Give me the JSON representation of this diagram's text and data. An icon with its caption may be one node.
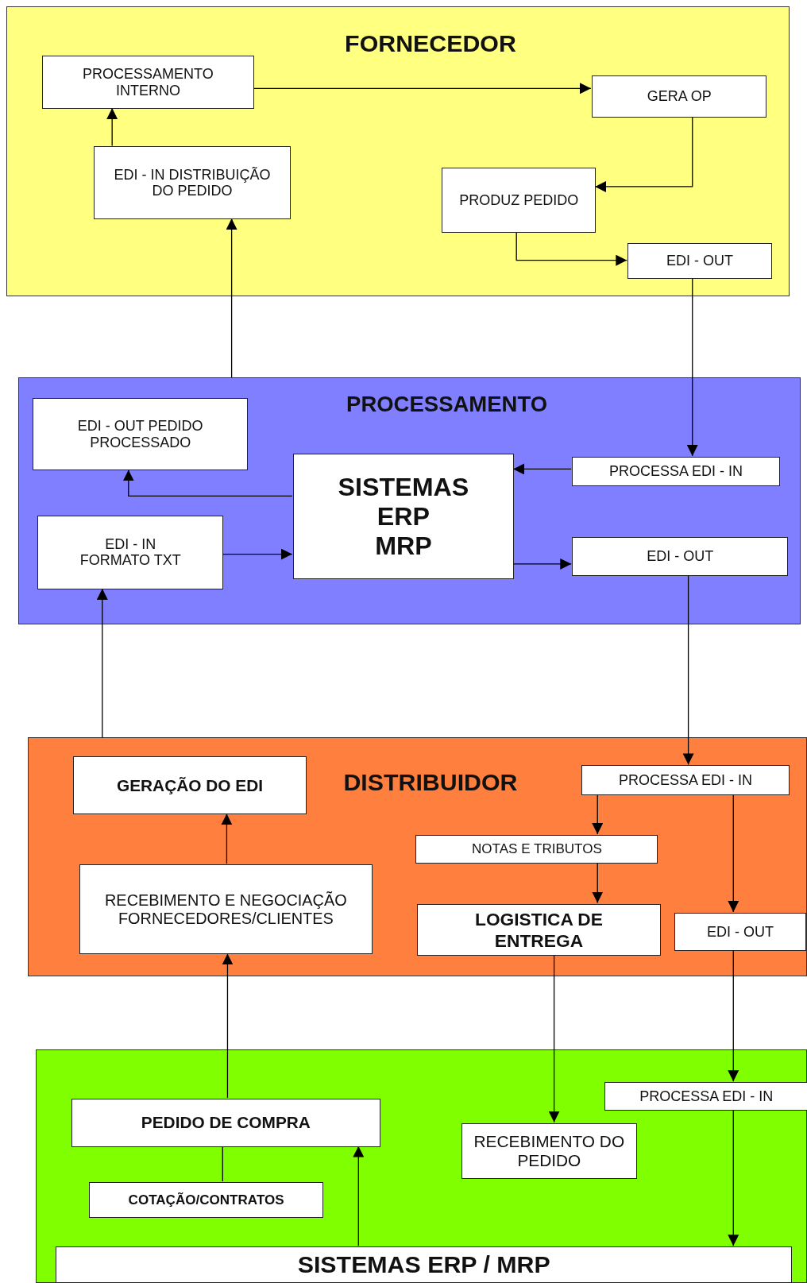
{
  "diagram": {
    "nodes": [
      {
        "text": [
          "FORNECEDOR"
        ]
      },
      {
        "text": [
          "PROCESSAMENTO INTERNO"
        ],
        "in": 0
      },
      {
        "text": [
          "GERA OP"
        ],
        "in": 0
      },
      {
        "text": [
          "EDI - IN DISTRIBUIÇÃO DO PEDIDO"
        ],
        "in": 0
      },
      {
        "text": [
          "PRODUZ PEDIDO"
        ],
        "in": 0
      },
      {
        "text": [
          "EDI - OUT"
        ],
        "in": 0
      },
      {
        "text": [
          "PROCESSAMENTO"
        ]
      },
      {
        "text": [
          "EDI - OUT PEDIDO PROCESSADO"
        ],
        "in": 6
      },
      {
        "text": [
          "SISTEMAS ERP MRP"
        ],
        "in": 6
      },
      {
        "text": [
          "PROCESSA EDI - IN"
        ],
        "in": 6
      },
      {
        "text": [
          "EDI - IN FORMATO TXT"
        ],
        "in": 6
      },
      {
        "text": [
          "EDI - OUT"
        ],
        "in": 6
      },
      {
        "text": [
          "DISTRIBUIDOR"
        ]
      },
      {
        "text": [
          "GERAÇÃO DO EDI"
        ],
        "in": 12
      },
      {
        "text": [
          "PROCESSA EDI - IN"
        ],
        "in": 12
      },
      {
        "text": [
          "NOTAS E TRIBUTOS"
        ],
        "in": 12
      },
      {
        "text": [
          "RECEBIMENTO E NEGOCIAÇÃO FORNECEDORES/CLIENTES"
        ],
        "in": 12
      },
      {
        "text": [
          "LOGISTICA DE ENTREGA"
        ],
        "in": 12
      },
      {
        "text": [
          "EDI - OUT"
        ],
        "in": 12
      },
      {
        "text": [],
        "shape": "box"
      },
      {
        "text": [
          "PROCESSA EDI - IN"
        ],
        "in": 19
      },
      {
        "text": [
          "PEDIDO DE COMPRA"
        ],
        "in": 19
      },
      {
        "text": [
          "RECEBIMENTO DO PEDIDO"
        ],
        "in": 19
      },
      {
        "text": [
          "COTAÇÃO/CONTRATOS"
        ],
        "in": 19
      },
      {
        "text": [
          "SISTEMAS ERP / MRP"
        ],
        "in": 19
      }
    ],
    "edges": [
      {
        "from": 1,
        "to": 2,
        "arrow": "to"
      },
      {
        "from": 3,
        "to": 1,
        "arrow": "to"
      },
      {
        "from": 2,
        "to": 4,
        "arrow": "to"
      },
      {
        "from": 4,
        "to": 5,
        "arrow": "to"
      },
      {
        "from": 5,
        "to": 9,
        "arrow": "to"
      },
      {
        "from": 6,
        "to": 3,
        "arrow": "to"
      },
      {
        "from": 9,
        "to": 8,
        "arrow": "to"
      },
      {
        "from": 8,
        "to": 7,
        "arrow": "to"
      },
      {
        "from": 10,
        "to": 8,
        "arrow": "to"
      },
      {
        "from": 8,
        "to": 11,
        "arrow": "to"
      },
      {
        "from": 11,
        "to": 14,
        "arrow": "to"
      },
      {
        "from": 12,
        "to": 10,
        "arrow": "to"
      },
      {
        "from": 14,
        "to": 15,
        "arrow": "to"
      },
      {
        "from": 15,
        "to": 17,
        "arrow": "to"
      },
      {
        "from": 14,
        "to": 18,
        "arrow": "to"
      },
      {
        "from": 16,
        "to": 13,
        "arrow": "to"
      },
      {
        "from": 17,
        "to": 22,
        "arrow": "to"
      },
      {
        "from": 18,
        "to": 20,
        "arrow": "to"
      },
      {
        "from": 20,
        "to": 24,
        "arrow": "to"
      },
      {
        "from": 21,
        "to": 16,
        "arrow": "to"
      },
      {
        "from": 21,
        "to": 23,
        "arrow": "none"
      },
      {
        "from": 24,
        "to": 21,
        "arrow": "to"
      }
    ]
  }
}
